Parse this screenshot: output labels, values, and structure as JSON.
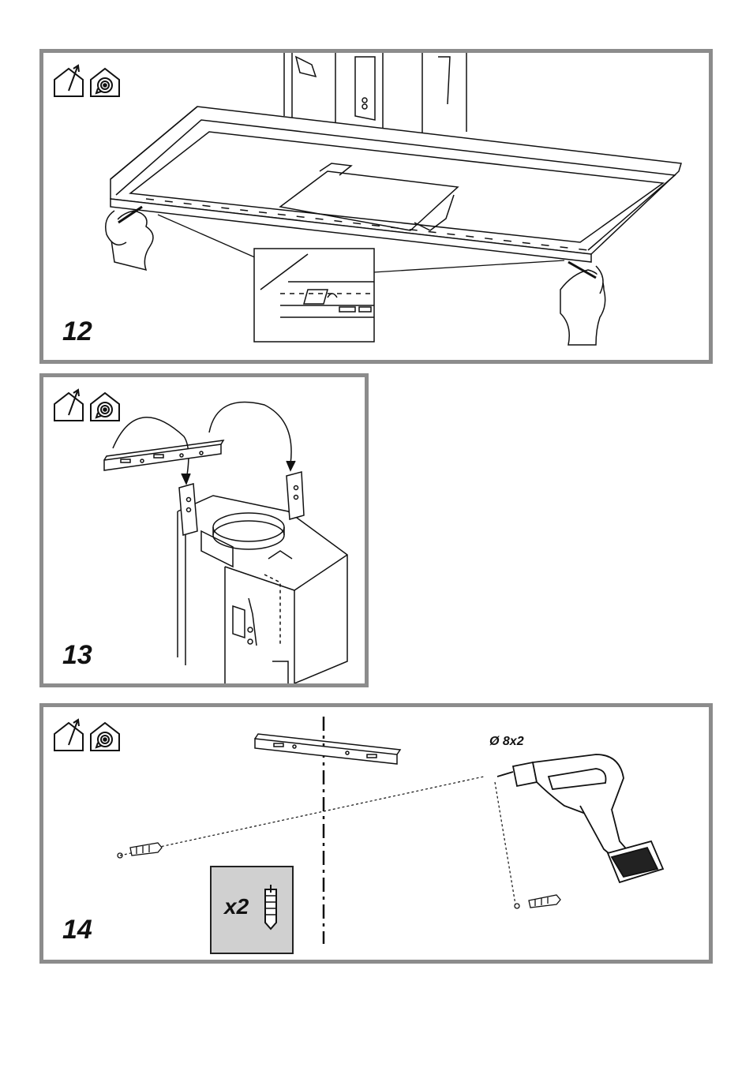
{
  "steps": [
    {
      "number": "12",
      "icons": [
        "ducted-mode-icon",
        "recirculation-mode-icon"
      ]
    },
    {
      "number": "13",
      "icons": [
        "ducted-mode-icon",
        "recirculation-mode-icon"
      ]
    },
    {
      "number": "14",
      "icons": [
        "ducted-mode-icon",
        "recirculation-mode-icon"
      ],
      "drill_spec": "Ø 8x2",
      "quantity": "x2"
    }
  ]
}
